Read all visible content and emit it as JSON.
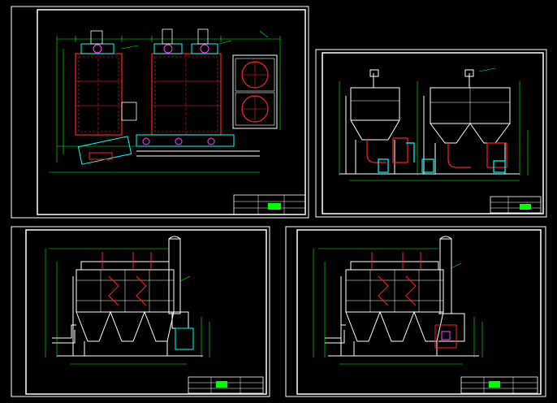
{
  "sheets": [
    {
      "id": "plan-view",
      "kind": "plan"
    },
    {
      "id": "side-elevation",
      "kind": "side"
    },
    {
      "id": "front-elevation-left",
      "kind": "front-left"
    },
    {
      "id": "front-elevation-right",
      "kind": "front-right"
    }
  ],
  "colors": {
    "background": "#000000",
    "frame": "#ffffff",
    "red": "#ff2020",
    "green": "#00ff00",
    "cyan": "#00ffff",
    "white": "#ffffff",
    "magenta": "#ff40ff"
  }
}
